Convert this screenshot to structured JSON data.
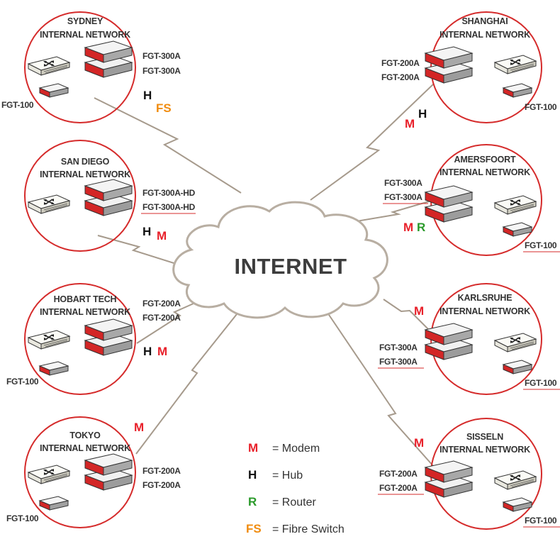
{
  "colors": {
    "modem": "#e8202a",
    "hub": "#111111",
    "router": "#2a9a2a",
    "fibre_switch": "#f08c10",
    "circle": "#d52b2b",
    "link": "#a69a8c",
    "underline": "#d52b2b"
  },
  "cloud": {
    "label": "INTERNET"
  },
  "sites": [
    {
      "line1": "SYDNEY",
      "line2": "INTERNAL NETWORK",
      "model_a": "FGT-300A",
      "model_b": "FGT-300A",
      "small": "FGT-100",
      "codes": [
        "H",
        "FS"
      ]
    },
    {
      "line1": "SAN DIEGO",
      "line2": "INTERNAL NETWORK",
      "model_a": "FGT-300A-HD",
      "model_b": "FGT-300A-HD",
      "small": "",
      "codes": [
        "H",
        "M"
      ]
    },
    {
      "line1": "HOBART TECH",
      "line2": "INTERNAL NETWORK",
      "model_a": "FGT-200A",
      "model_b": "FGT-200A",
      "small": "FGT-100",
      "codes": [
        "H",
        "M"
      ]
    },
    {
      "line1": "TOKYO",
      "line2": "INTERNAL NETWORK",
      "model_a": "FGT-200A",
      "model_b": "FGT-200A",
      "small": "FGT-100",
      "codes": [
        "M"
      ]
    },
    {
      "line1": "SHANGHAI",
      "line2": "INTERNAL NETWORK",
      "model_a": "FGT-200A",
      "model_b": "FGT-200A",
      "small": "FGT-100",
      "codes": [
        "M",
        "H"
      ]
    },
    {
      "line1": "AMERSFOORT",
      "line2": "INTERNAL NETWORK",
      "model_a": "FGT-300A",
      "model_b": "FGT-300A",
      "small": "FGT-100",
      "codes": [
        "M",
        "R"
      ]
    },
    {
      "line1": "KARLSRUHE",
      "line2": "INTERNAL NETWORK",
      "model_a": "FGT-300A",
      "model_b": "FGT-300A",
      "small": "FGT-100",
      "codes": [
        "M"
      ]
    },
    {
      "line1": "SISSELN",
      "line2": "INTERNAL NETWORK",
      "model_a": "FGT-200A",
      "model_b": "FGT-200A",
      "small": "FGT-100",
      "codes": [
        "M"
      ]
    }
  ],
  "legend": [
    {
      "code": "M",
      "text": "= Modem",
      "color": "#e8202a"
    },
    {
      "code": "H",
      "text": "= Hub",
      "color": "#111111"
    },
    {
      "code": "R",
      "text": "= Router",
      "color": "#2a9a2a"
    },
    {
      "code": "FS",
      "text": "= Fibre Switch",
      "color": "#f08c10"
    }
  ]
}
